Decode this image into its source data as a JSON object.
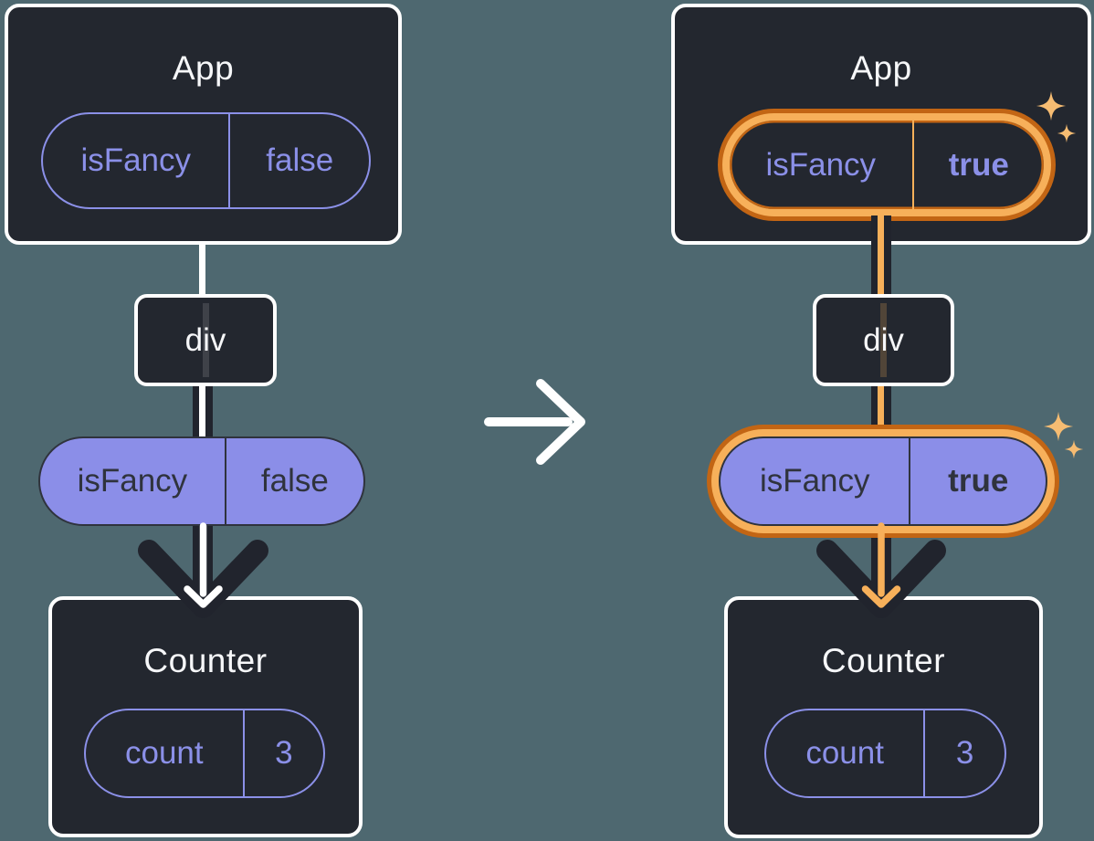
{
  "colors": {
    "background": "#4E6870",
    "box_fill": "#23272F",
    "box_border": "#FFFFFF",
    "purple": "#8B90E8",
    "purple_fill": "#8B8EE8",
    "dark_text": "#2F333D",
    "near_black": "#21242D",
    "orange_dark": "#C26514",
    "orange_light": "#F7B05A",
    "sparkle": "#F6BC72",
    "white_text": "#F6F7F9"
  },
  "left": {
    "app": {
      "title": "App",
      "state": {
        "name": "isFancy",
        "value": "false"
      }
    },
    "div_node": {
      "label": "div"
    },
    "prop": {
      "name": "isFancy",
      "value": "false"
    },
    "counter": {
      "title": "Counter",
      "state": {
        "name": "count",
        "value": "3"
      }
    }
  },
  "right": {
    "app": {
      "title": "App",
      "state": {
        "name": "isFancy",
        "value": "true"
      }
    },
    "div_node": {
      "label": "div"
    },
    "prop": {
      "name": "isFancy",
      "value": "true"
    },
    "counter": {
      "title": "Counter",
      "state": {
        "name": "count",
        "value": "3"
      }
    }
  }
}
